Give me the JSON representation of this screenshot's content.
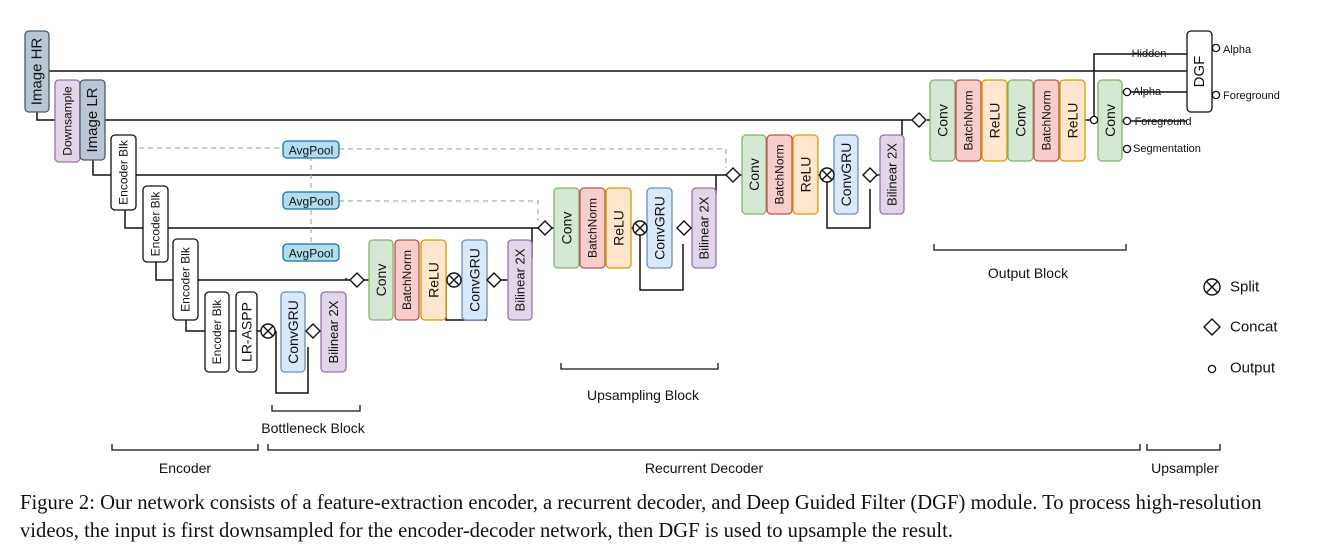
{
  "inputs": {
    "image_hr": "Image HR",
    "image_lr": "Image LR",
    "downsample": "Downsample"
  },
  "encoder_blocks": [
    "Encoder Blk",
    "Encoder Blk",
    "Encoder Blk",
    "Encoder Blk"
  ],
  "lraspp": "LR-ASPP",
  "avgpool": [
    "AvgPool",
    "AvgPool",
    "AvgPool"
  ],
  "bottleneck": {
    "convgru": "ConvGRU",
    "bilinear": "Bilinear 2X",
    "label": "Bottleneck Block"
  },
  "upsampling": {
    "conv": "Conv",
    "batchnorm": "BatchNorm",
    "relu": "ReLU",
    "convgru": "ConvGRU",
    "bilinear": "Bilinear 2X",
    "label": "Upsampling Block"
  },
  "output_block": {
    "conv": "Conv",
    "batchnorm": "BatchNorm",
    "relu": "ReLU",
    "label": "Output Block"
  },
  "dgf": {
    "title": "DGF",
    "hidden": "Hidden",
    "alpha_in": "Alpha",
    "foreground_in": "Foreground",
    "alpha_out": "Alpha",
    "foreground_out": "Foreground",
    "segmentation": "Segmentation"
  },
  "legend": {
    "split": "Split",
    "concat": "Concat",
    "output": "Output"
  },
  "sections": {
    "encoder": "Encoder",
    "decoder": "Recurrent Decoder",
    "upsampler": "Upsampler"
  },
  "caption": "Figure 2: Our network consists of a feature-extraction encoder, a recurrent decoder, and Deep Guided Filter (DGF) module. To process high-resolution videos, the input is first downsampled for the encoder-decoder network, then DGF is used to upsample the result.",
  "colors": {
    "green": "#d5e8d4",
    "green_b": "#82b366",
    "red": "#f8cecc",
    "red_b": "#b85450",
    "orange": "#ffe6cc",
    "orange_b": "#d79b00",
    "blue": "#dae8fc",
    "blue_b": "#6c8ebf",
    "purple": "#e1d5e7",
    "purple_b": "#9673a6",
    "slate": "#b9c7d4",
    "slate_b": "#4a5a6a",
    "teal": "#b1ddf0",
    "teal_b": "#10739e"
  }
}
